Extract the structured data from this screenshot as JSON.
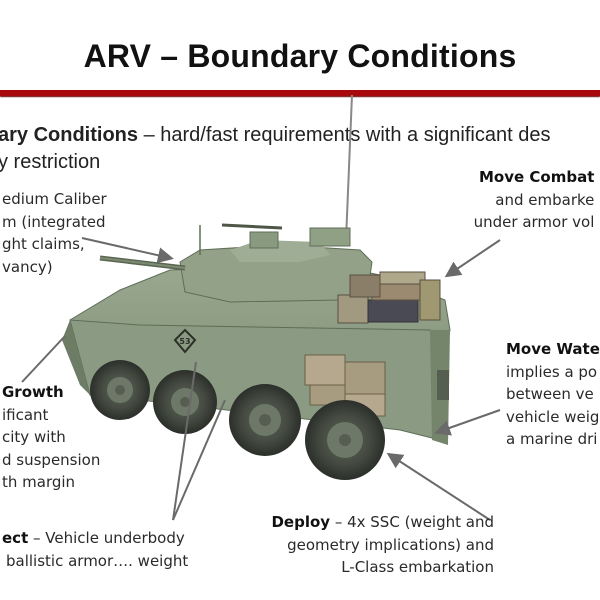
{
  "slide": {
    "title": "ARV – Boundary Conditions",
    "intro": {
      "bold": "ary Conditions",
      "rest_line1": " – hard/fast requirements with a significant des",
      "line2": "y restriction"
    },
    "callouts": {
      "lethality": {
        "lines": [
          "edium Caliber",
          "m (integrated",
          "ght claims,",
          "vancy)"
        ]
      },
      "move_combat": {
        "bold": "Move Combat",
        "lines": [
          "and embarke",
          "under armor vol"
        ]
      },
      "move_water": {
        "bold": "Move Wate",
        "lines": [
          "implies a po",
          "between ve",
          "vehicle weig",
          "a marine dri"
        ]
      },
      "growth": {
        "bold": "Growth",
        "lines": [
          "ificant",
          "city with",
          "d suspension",
          "th margin"
        ]
      },
      "protect": {
        "bold": "ect",
        "line1_rest": " – Vehicle underbody",
        "line2": "ballistic armor…. weight"
      },
      "deploy": {
        "bold": "Deploy",
        "line1_rest": " – 4x SSC (weight and",
        "line2": "geometry implications) and",
        "line3": "L-Class embarkation"
      }
    },
    "vehicle": {
      "hull_marking": "53",
      "description": "8-wheeled amphibious reconnaissance vehicle with turret and stowed cargo"
    },
    "colors": {
      "rule": "#a8090d",
      "hull": "#8a9a80",
      "hull_dark": "#6d7d65",
      "tire": "#3a3d38",
      "arrow": "#6a6a6a"
    }
  }
}
